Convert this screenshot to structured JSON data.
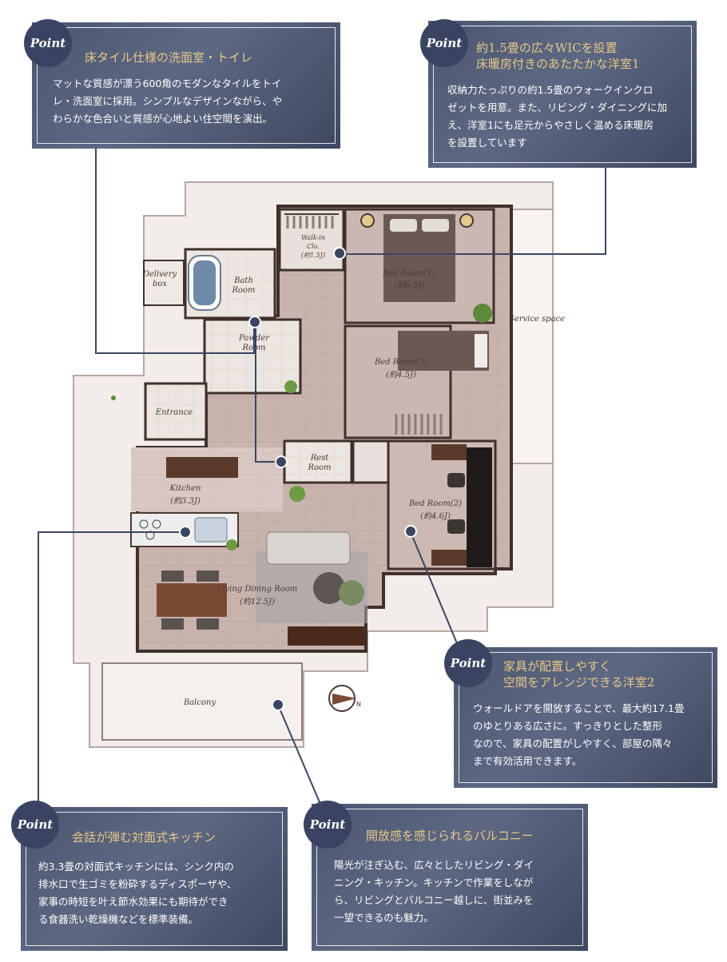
{
  "points": [
    {
      "badge": "Point",
      "title_lines": [
        "床タイル仕様の洗面室・トイレ"
      ],
      "body_lines": [
        "マットな質感が漂う600角のモダンなタイルをトイ",
        "レ・洗面室に採用。シンプルなデザインながら、や",
        "わらかな色合いと質感が心地よい住空間を演出。"
      ]
    },
    {
      "badge": "Point",
      "title_lines": [
        "約1.5畳の広々WICを設置",
        "床暖房付きのあたたかな洋室1"
      ],
      "body_lines": [
        "収納力たっぷりの約1.5畳のウォークインクロ",
        "ゼットを用意。また、リビング・ダイニングに加",
        "え、洋室1にも足元からやさしく温める床暖房",
        "を設置しています"
      ]
    },
    {
      "badge": "Point",
      "title_lines": [
        "家具が配置しやすく",
        "空間をアレンジできる洋室2"
      ],
      "body_lines": [
        "ウォールドアを開放することで、最大約17.1畳",
        "のゆとりある広さに。すっきりとした整形",
        "なので、家具の配置がしやすく、部屋の隅々",
        "まで有効活用できます。"
      ]
    },
    {
      "badge": "Point",
      "title_lines": [
        "会話が弾む対面式キッチン"
      ],
      "body_lines": [
        "約3.3畳の対面式キッチンには、シンク内の",
        "排水口で生ゴミを粉砕するディスポーザや、",
        "家事の時短を叶え節水効果にも期待ができ",
        "る食器洗い乾燥機などを標準装備。"
      ]
    },
    {
      "badge": "Point",
      "title_lines": [
        "開放感を感じられるバルコニー"
      ],
      "body_lines": [
        "陽光が注ぎ込む、広々としたリビング・ダイ",
        "ニング・キッチン。キッチンで作業をしなが",
        "ら、リビングとバルコニー越しに、街並みを",
        "一望できるのも魅力。"
      ]
    }
  ],
  "rooms": {
    "delivery_box": [
      "Delivery",
      "box"
    ],
    "bath": [
      "Bath",
      "Room"
    ],
    "wic": [
      "Walk-in",
      "Clo.",
      "(約1.5J)"
    ],
    "bed1": [
      "Bed Room(1)",
      "(約6.5J)"
    ],
    "service": [
      "Service space"
    ],
    "powder": [
      "Powder",
      "Room"
    ],
    "bed3": [
      "Bed Room(3)",
      "(約4.5J)"
    ],
    "entrance": [
      "Entrance"
    ],
    "rest": [
      "Rest",
      "Room"
    ],
    "kitchen": [
      "Kitchen",
      "(約3.3J)"
    ],
    "bed2": [
      "Bed Room(2)",
      "(約4.6J)"
    ],
    "ldr": [
      "Living Dining Room",
      "(約12.5J)"
    ],
    "balcony": [
      "Balcony"
    ]
  },
  "compass_label": "N"
}
